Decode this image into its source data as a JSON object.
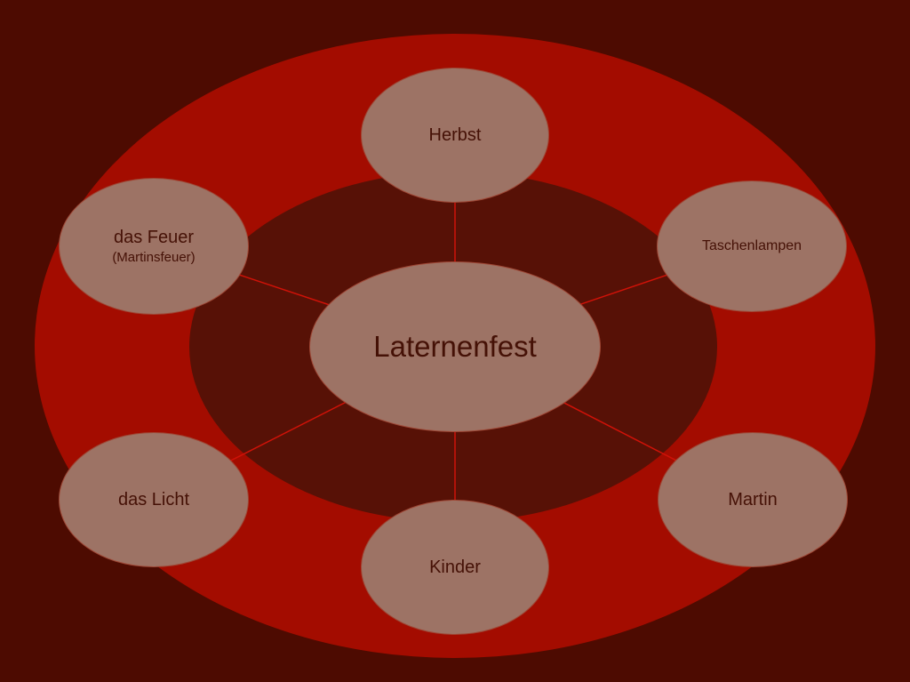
{
  "diagram": {
    "type": "radial-mindmap",
    "center": {
      "label": "Laternenfest"
    },
    "nodes": [
      {
        "id": "herbst",
        "label": "Herbst"
      },
      {
        "id": "das-feuer",
        "label": "das Feuer",
        "sublabel": "(Martinsfeuer)"
      },
      {
        "id": "taschenlampen",
        "label": "Taschenlampen"
      },
      {
        "id": "das-licht",
        "label": "das Licht"
      },
      {
        "id": "martin",
        "label": "Martin"
      },
      {
        "id": "kinder",
        "label": "Kinder"
      }
    ],
    "colors": {
      "background": "#4d0b01",
      "outer_ring": "#a30c00",
      "inner_ring": "#571106",
      "node_fill": "#9d7365",
      "node_text": "#451106",
      "connector": "#cf1208"
    }
  }
}
